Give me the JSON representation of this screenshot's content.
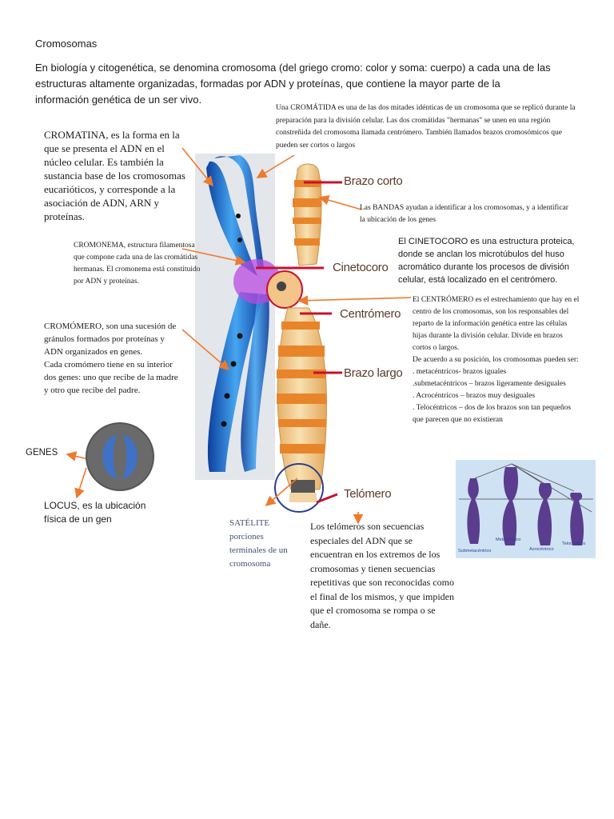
{
  "page": {
    "title": "Cromosomas",
    "intro": "En biología y citogenética, se denomina cromosoma (del griego cromo: color y soma: cuerpo) a cada una de las estructuras altamente organizadas, formadas por ADN y proteínas, que contiene la mayor parte de la información genética de un ser vivo."
  },
  "notes": {
    "cromatida": "Una CROMÁTIDA es una de las dos mitades idénticas de un cromosoma que se replicó durante la preparación para la división celular. Las dos cromátidas \"hermanas\" se unen en una región constreñida del cromosoma llamada centrómero. También llamados brazos cromosómicos que pueden ser cortos o largos",
    "cromatina": "CROMATINA, es la forma en la que se presenta el ADN en el núcleo celular. Es también la sustancia base de los cromosomas eucarióticos, y corresponde a la asociación de ADN, ARN y proteínas.",
    "bandas": "Las BANDAS ayudan a identificar a los cromosomas, y a identificar la ubicación de los genes",
    "cinetocoro": "El CINETOCORO es una estructura proteica, donde se anclan los microtúbulos del huso acromático durante los procesos de división celular, está localizado en el centrómero.",
    "cromonema": "CROMONEMA, estructura filamentosa que compone cada una de las cromátidas hermanas. El cromonema está constituido por ADN y proteínas.",
    "centromero": "El CENTRÓMERO es el estrechamiento que hay en el centro de los cromosomas, son los responsables del reparto de la información genética entre las células hijas durante la división celular. Divide en brazos cortos o largos.\nDe acuerdo a su posición, los cromosomas pueden ser:\n. metacéntricos- brazos iguales\n.submetacéntricos – brazos ligeramente desiguales\n. Acrocéntricos – brazos muy desiguales\n. Telocéntricos – dos de los brazos son tan pequeños que parecen que no existieran",
    "cromomero": "CROMÓMERO, son una sucesión de gránulos formados por proteínas y ADN organizados en genes.\nCada cromómero tiene en su interior dos genes: uno que recibe de la madre y otro que recibe del padre.",
    "genes": "GENES",
    "locus": "LOCUS, es la ubicación física de un gen",
    "satelite": "SATÉLITE\nporciones terminales de un cromosoma",
    "telomeros": "Los telómeros son secuencias especiales del ADN que se encuentran en los extremos de los cromosomas y tienen secuencias repetitivas que son reconocidas como el final de los mismos, y que impiden que el cromosoma se rompa o se dañe."
  },
  "diagram_labels": {
    "brazo_corto": "Brazo corto",
    "cinetocoro": "Cinetocoro",
    "centromero": "Centrómero",
    "brazo_largo": "Brazo largo",
    "telomero": "Telómero"
  },
  "types_figure": {
    "metacentrico": "Metacéntrico",
    "submetacentrico": "Submetacéntrico",
    "acrocentrico": "Acrocéntrico",
    "telocentrico": "Telocéntrico"
  },
  "colors": {
    "arrow": "#ee7a2e",
    "chromosome_band": "#e8852a",
    "chromosome_body": "#f3d29a",
    "accent_red": "#c8102e",
    "ring_blue": "#2a3f8f",
    "chromatid_blue": "#2f7fdc"
  }
}
